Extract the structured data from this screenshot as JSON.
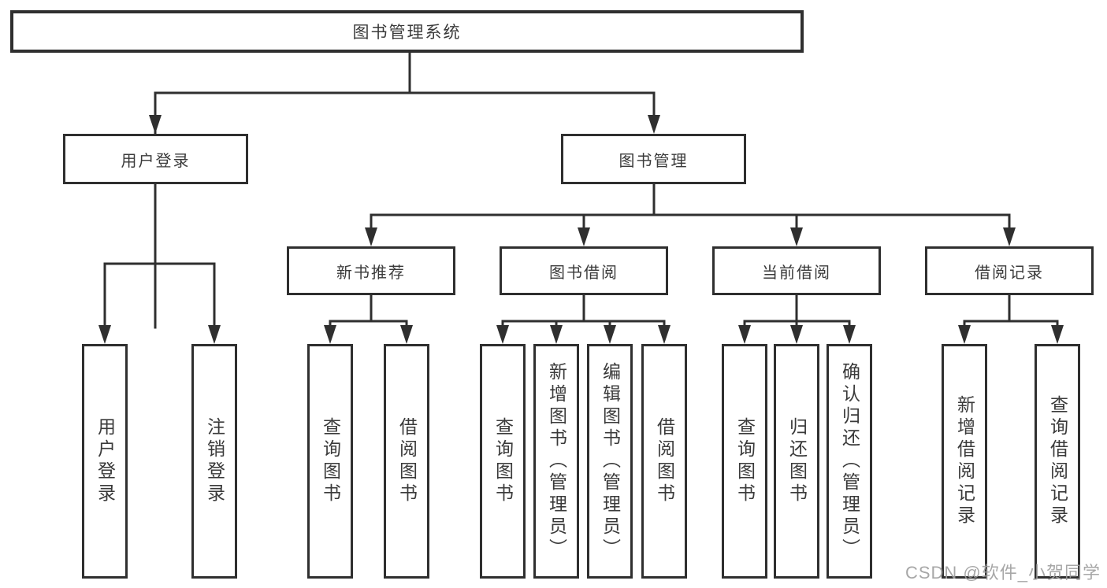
{
  "diagram": {
    "nodes": {
      "root": "图书管理系统",
      "user_login": "用户登录",
      "book_management": "图书管理",
      "new_book_recommend": "新书推荐",
      "book_borrow": "图书借阅",
      "current_borrow": "当前借阅",
      "borrow_records": "借阅记录",
      "leaf_user_login": "用户登录",
      "leaf_logout": "注销登录",
      "leaf_query_book_1": "查询图书",
      "leaf_borrow_book_1": "借阅图书",
      "leaf_query_book_2": "查询图书",
      "leaf_add_book_admin": "新增图书（管理员）",
      "leaf_edit_book_admin": "编辑图书（管理员）",
      "leaf_borrow_book_2": "借阅图书",
      "leaf_query_book_3": "查询图书",
      "leaf_return_book": "归还图书",
      "leaf_confirm_return_admin": "确认归还（管理员）",
      "leaf_add_borrow_record": "新增借阅记录",
      "leaf_query_borrow_record": "查询借阅记录"
    },
    "hierarchy": {
      "图书管理系统": {
        "用户登录": [
          "用户登录",
          "注销登录"
        ],
        "图书管理": {
          "新书推荐": [
            "查询图书",
            "借阅图书"
          ],
          "图书借阅": [
            "查询图书",
            "新增图书（管理员）",
            "编辑图书（管理员）",
            "借阅图书"
          ],
          "当前借阅": [
            "查询图书",
            "归还图书",
            "确认归还（管理员）"
          ],
          "借阅记录": [
            "新增借阅记录",
            "查询借阅记录"
          ]
        }
      }
    },
    "colors": {
      "line": "#2f2f2f",
      "text": "#3a3a3a",
      "background": "#ffffff",
      "watermark": "#9e9e9e"
    }
  },
  "watermark": {
    "text": "CSDN @软件_小贺同学"
  }
}
